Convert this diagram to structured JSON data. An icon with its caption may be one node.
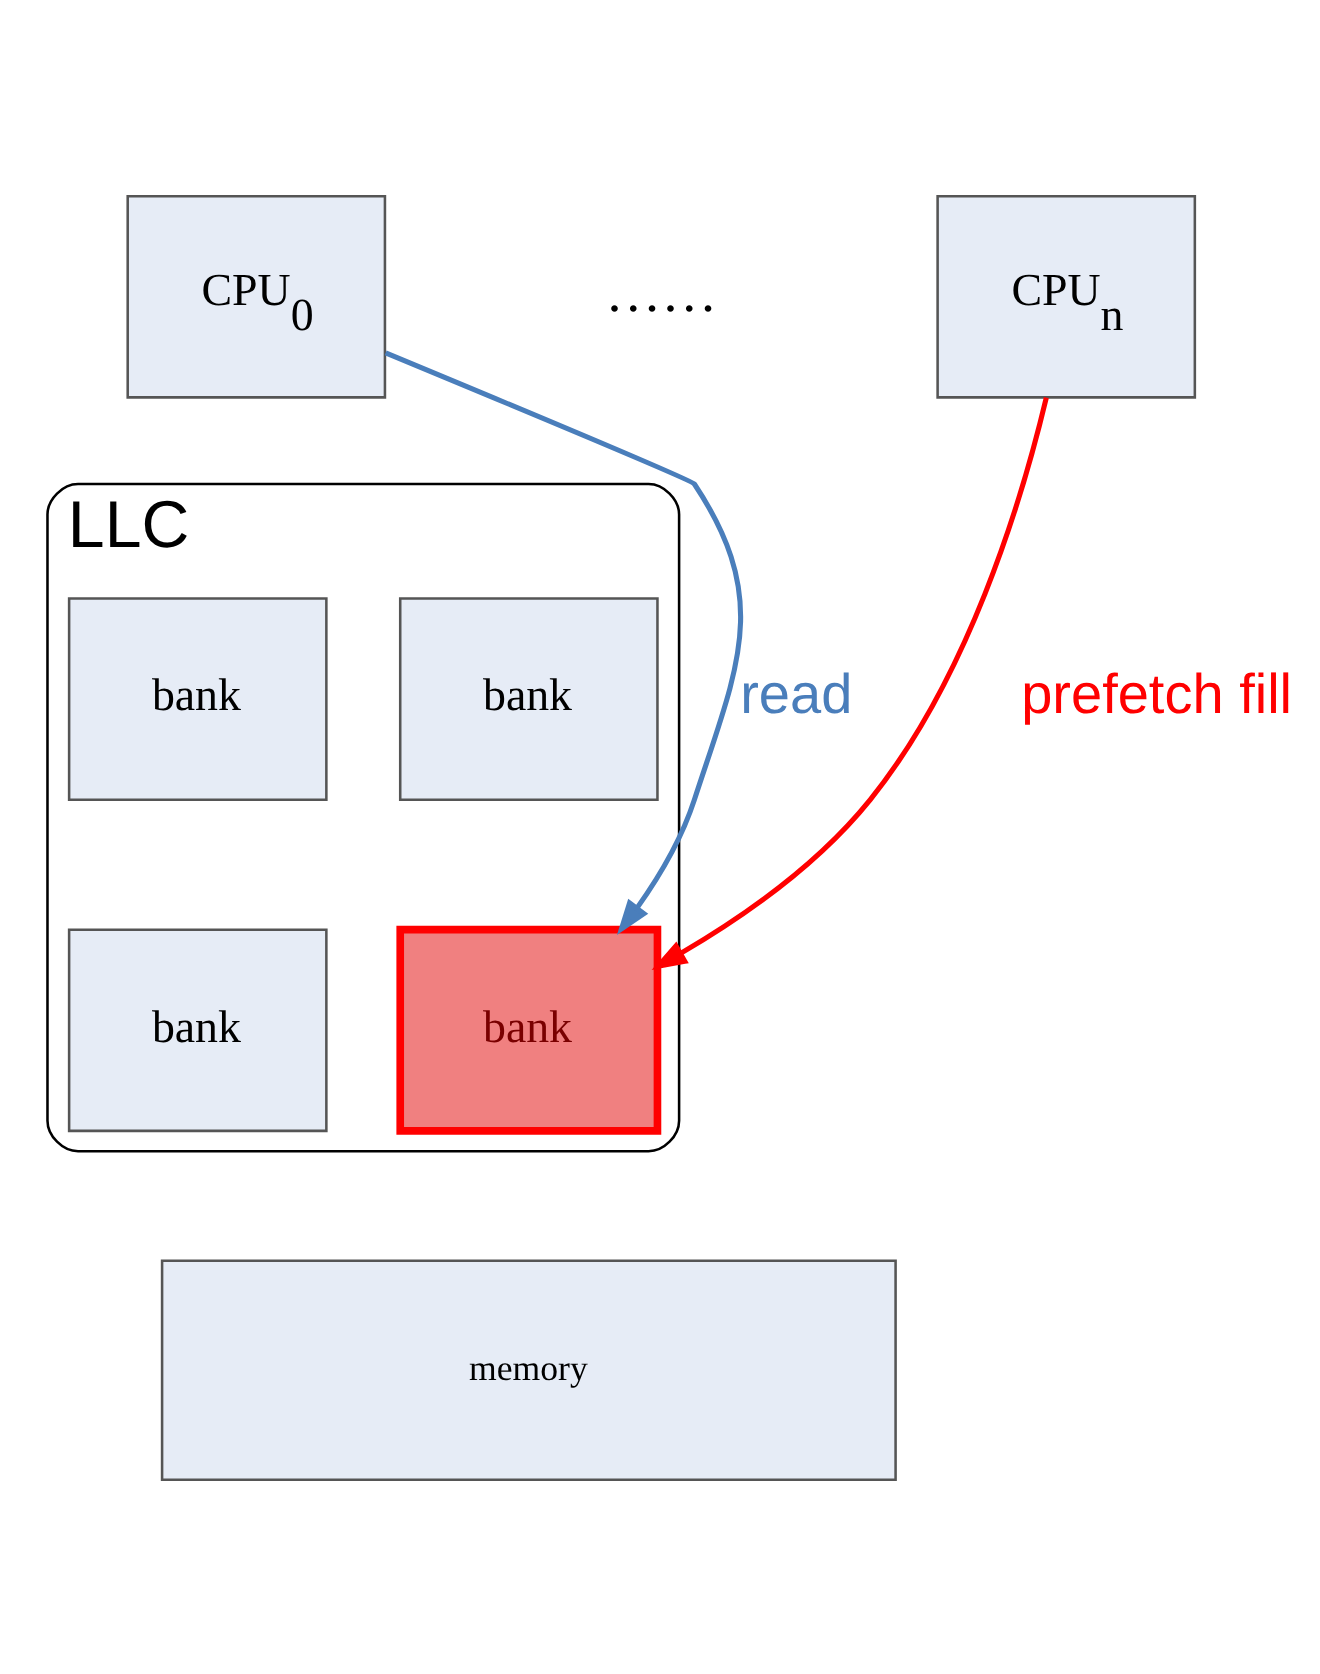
{
  "diagram": {
    "nodes": [
      {
        "text": [
          "CPU$_{0}$"
        ]
      },
      {
        "text": [
          "CPU$_{n}$"
        ]
      },
      {
        "text": [
          "LLC"
        ]
      },
      {
        "text": [
          "bank"
        ],
        "in": 2
      },
      {
        "text": [
          "bank"
        ],
        "in": 2
      },
      {
        "text": [
          "bank"
        ],
        "in": 2
      },
      {
        "text": [
          "bank"
        ],
        "in": 2
      },
      {
        "text": [
          "memory"
        ]
      }
    ],
    "edges": [
      {
        "from": 0,
        "to": 6,
        "arrow": "to",
        "label": "read",
        "color": "#4a7ebb"
      },
      {
        "from": 1,
        "to": 6,
        "arrow": "to",
        "label": "prefetch fill",
        "color": "#ff0000"
      }
    ],
    "labels": [
      "……"
    ]
  }
}
